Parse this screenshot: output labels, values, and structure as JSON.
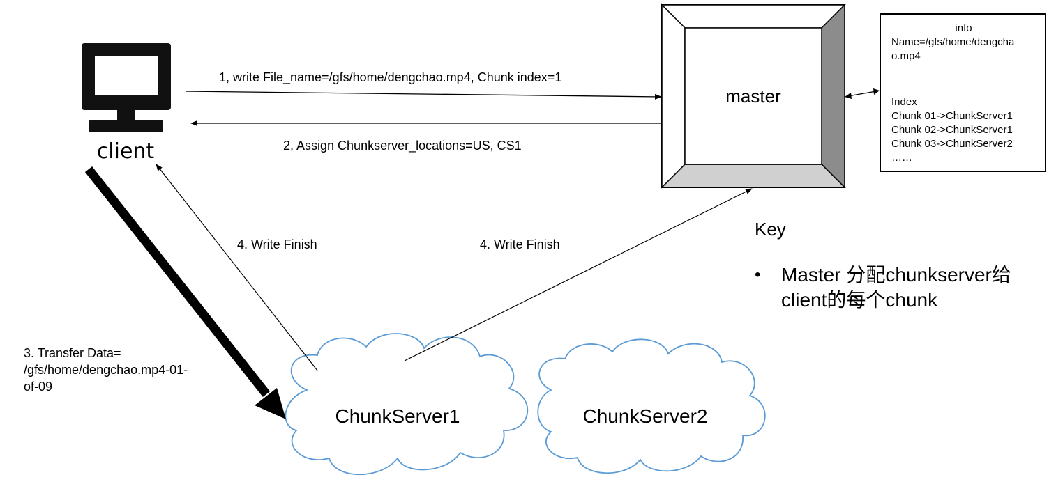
{
  "nodes": {
    "client": {
      "label": "client"
    },
    "master": {
      "label": "master"
    },
    "chunkserver1": {
      "label": "ChunkServer1"
    },
    "chunkserver2": {
      "label": "ChunkServer2"
    }
  },
  "info_box": {
    "title": "info",
    "name_line1": "Name=/gfs/home/dengcha",
    "name_line2": "o.mp4",
    "index_title": "Index",
    "index_rows": [
      "Chunk 01->ChunkServer1",
      "Chunk 02->ChunkServer1",
      "Chunk 03->ChunkServer2",
      "……"
    ]
  },
  "edges": {
    "step1": "1,  write File_name=/gfs/home/dengchao.mp4, Chunk index=1",
    "step2": "2, Assign Chunkserver_locations=US, CS1",
    "step3_line1": "3. Transfer Data=",
    "step3_line2": "/gfs/home/dengchao.mp4-01-",
    "step3_line3": "of-09",
    "step4_left": "4. Write Finish",
    "step4_right": "4. Write Finish"
  },
  "key": {
    "title": "Key",
    "bullet_marker": "•",
    "bullet_line1": "Master 分配chunkserver给",
    "bullet_line2": "client的每个chunk"
  },
  "colors": {
    "cloud_stroke": "#5b9bd5",
    "master_face": "#ffffff",
    "master_bevel_light": "#e0e0e0",
    "master_bevel_dark": "#8c8c8c"
  }
}
